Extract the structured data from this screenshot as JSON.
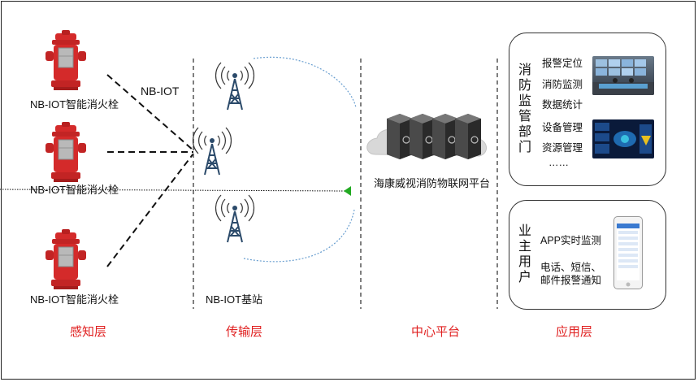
{
  "hydrants": [
    {
      "label": "NB-IOT智能消火栓"
    },
    {
      "label": "NB-IOT智能消火栓"
    },
    {
      "label": "NB-IOT智能消火栓"
    }
  ],
  "link_label": "NB-IOT",
  "base_station_label": "NB-IOT基站",
  "platform_label": "海康威视消防物联网平台",
  "layers": [
    "感知层",
    "传输层",
    "中心平台",
    "应用层"
  ],
  "fire_dept": {
    "title": "消防监管部门",
    "items": [
      "报警定位",
      "消防监测",
      "数据统计",
      "设备管理",
      "资源管理",
      "……"
    ]
  },
  "owner": {
    "title": "业主用户",
    "items": [
      "APP实时监测",
      "电话、短信、",
      "邮件报警通知"
    ]
  },
  "colors": {
    "hydrant": "#d42a2a",
    "layer_text": "#e02020",
    "accent_green": "#22aa22"
  }
}
